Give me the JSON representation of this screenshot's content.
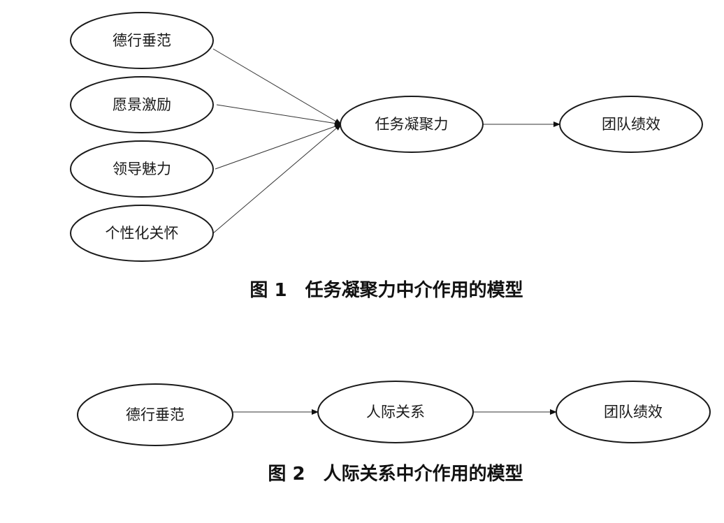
{
  "figure1": {
    "caption": "图 1　任务凝聚力中介作用的模型",
    "nodes": {
      "dexing": "德行垂范",
      "yuanjing": "愿景激励",
      "lingdao": "领导魅力",
      "gexinghua": "个性化关怀",
      "renwu": "任务凝聚力",
      "tuandui": "团队绩效"
    },
    "edges": [
      [
        "dexing",
        "renwu"
      ],
      [
        "yuanjing",
        "renwu"
      ],
      [
        "lingdao",
        "renwu"
      ],
      [
        "gexinghua",
        "renwu"
      ],
      [
        "renwu",
        "tuandui"
      ]
    ]
  },
  "figure2": {
    "caption": "图 2　人际关系中介作用的模型",
    "nodes": {
      "dexing": "德行垂范",
      "renji": "人际关系",
      "tuandui": "团队绩效"
    },
    "edges": [
      [
        "dexing",
        "renji"
      ],
      [
        "renji",
        "tuandui"
      ]
    ]
  },
  "colors": {
    "stroke": "#1a1a1a",
    "arrow": "#111111"
  }
}
